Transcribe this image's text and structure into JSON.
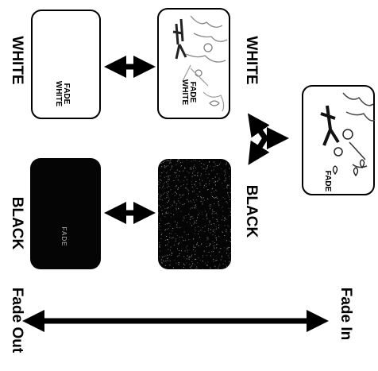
{
  "labels": {
    "white_left": "WHITE",
    "white_right": "WHITE",
    "black_left": "BLACK",
    "black_right": "BLACK",
    "fade_out": "Fade Out",
    "fade_in": "Fade In"
  },
  "cards": {
    "white_plain": {
      "line1": "FADE",
      "line2": "WHITE"
    },
    "white_scene": {
      "line1": "FADE",
      "line2": "WHITE"
    },
    "black_plain": {
      "text": "FADE"
    },
    "final_scene": {
      "text": "FADE"
    }
  },
  "colors": {
    "ink": "#000000",
    "paper": "#ffffff",
    "black_card": "#050505"
  }
}
